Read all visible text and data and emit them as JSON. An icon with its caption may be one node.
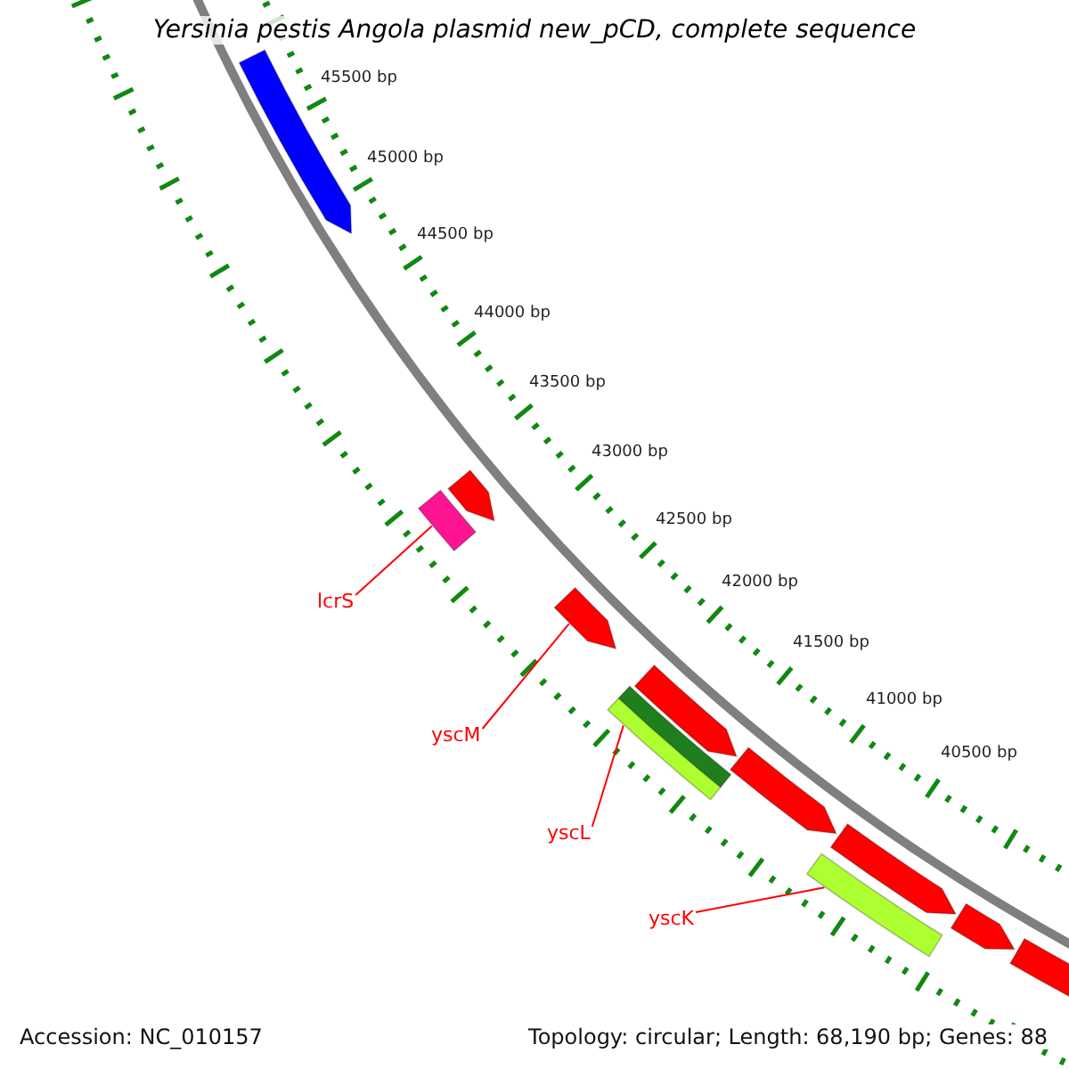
{
  "diagram": {
    "title": "Yersinia pestis Angola plasmid new_pCD, complete sequence",
    "nodes": [
      {
        "text": [
          "lcrS"
        ]
      },
      {
        "text": [],
        "shape": "bar"
      },
      {
        "text": [
          "yscM"
        ]
      },
      {
        "text": [],
        "shape": "arrow"
      },
      {
        "text": [
          "yscL"
        ]
      },
      {
        "text": [],
        "shape": "bar"
      },
      {
        "text": [
          "yscK"
        ]
      },
      {
        "text": [],
        "shape": "bar"
      },
      {
        "text": [],
        "shape": "arrow"
      },
      {
        "text": [],
        "shape": "arrow"
      },
      {
        "text": [],
        "shape": "arrow"
      },
      {
        "text": [],
        "shape": "bar"
      },
      {
        "text": [],
        "shape": "arrow"
      },
      {
        "text": [],
        "shape": "arrow"
      },
      {
        "text": [],
        "shape": "arrow"
      },
      {
        "text": [],
        "shape": "arrow"
      }
    ],
    "edges": [
      {
        "from": 0,
        "to": 1,
        "arrow": "none"
      },
      {
        "from": 2,
        "to": 3,
        "arrow": "none"
      },
      {
        "from": 4,
        "to": 5,
        "arrow": "none"
      },
      {
        "from": 6,
        "to": 7,
        "arrow": "none"
      }
    ],
    "labels": [
      "45500 bp",
      "45000 bp",
      "44500 bp",
      "44000 bp",
      "43500 bp",
      "43000 bp",
      "42500 bp",
      "42000 bp",
      "41500 bp",
      "41000 bp",
      "40500 bp",
      "Accession: NC_010157",
      "Topology: circular; Length: 68,190 bp; Genes: 88"
    ]
  }
}
